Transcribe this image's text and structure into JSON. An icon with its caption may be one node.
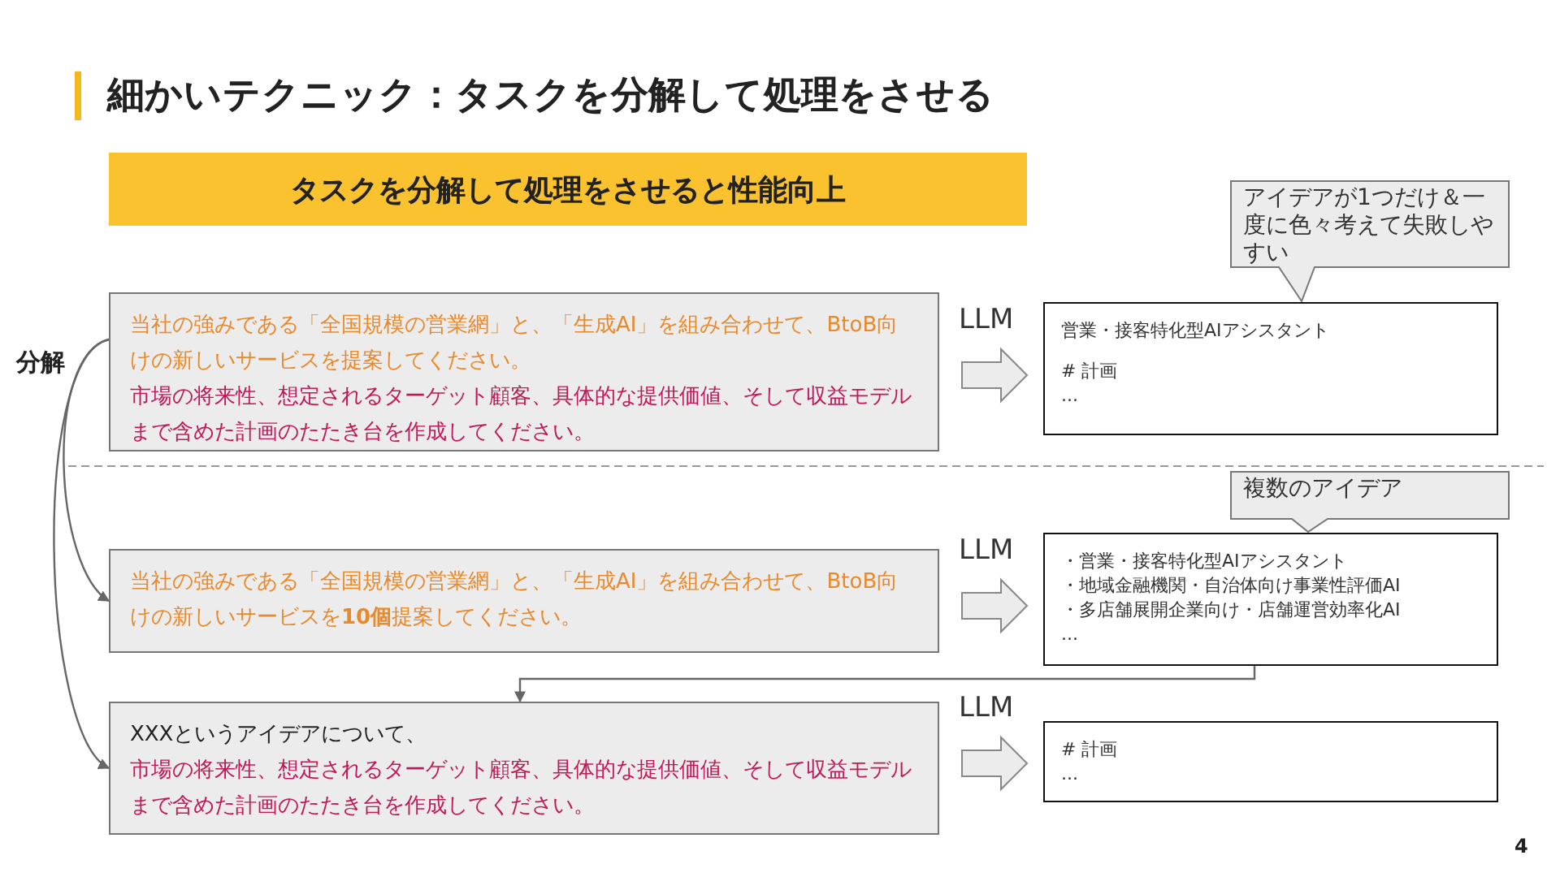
{
  "diagram": {
    "title": "細かいテクニック：タスクを分解して処理をさせる",
    "nodes": [
      {
        "text": [
          "タスクを分解して処理をさせると性能向上"
        ]
      },
      {
        "text": [
          "当社の強みである「全国規模の営業網」と、「生成AI」を組み合わせて、BtoB向けの新しいサービスを提案してください。",
          "市場の将来性、想定されるターゲット顧客、具体的な提供価値、そして収益モデルまで含めた計画のたたき台を作成してください。"
        ]
      },
      {
        "text": [
          "営業・接客特化型AIアシスタント",
          "# 計画",
          "..."
        ]
      },
      {
        "text": [
          "アイデアが1つだけ＆一度に色々考えて失敗しやすい"
        ]
      },
      {
        "text": [
          "当社の強みである「全国規模の営業網」と、「生成AI」を組み合わせて、BtoB向けの新しいサービスを**10個**提案してください。"
        ]
      },
      {
        "text": [
          "・営業・接客特化型AIアシスタント",
          "・地域金融機関・自治体向け事業性評価AI",
          "・多店舗展開企業向け・店舗運営効率化AI",
          "..."
        ]
      },
      {
        "text": [
          "複数のアイデア"
        ]
      },
      {
        "text": [
          "XXXというアイデアについて、",
          "市場の将来性、想定されるターゲット顧客、具体的な提供価値、そして収益モデルまで含めた計画のたたき台を作成してください。"
        ]
      },
      {
        "text": [
          "# 計画",
          "..."
        ]
      }
    ],
    "edges": [
      {
        "from": 1,
        "to": 2,
        "arrow": "to",
        "label": "LLM",
        "style": "thick"
      },
      {
        "from": 4,
        "to": 5,
        "arrow": "to",
        "label": "LLM",
        "style": "thick"
      },
      {
        "from": 7,
        "to": 8,
        "arrow": "to",
        "label": "LLM",
        "style": "thick"
      },
      {
        "from": 5,
        "to": 7,
        "arrow": "to"
      },
      {
        "from": 1,
        "to": 4,
        "arrow": "to"
      },
      {
        "from": 1,
        "to": 7,
        "arrow": "to"
      }
    ],
    "labels": [
      "分解",
      "4"
    ]
  }
}
